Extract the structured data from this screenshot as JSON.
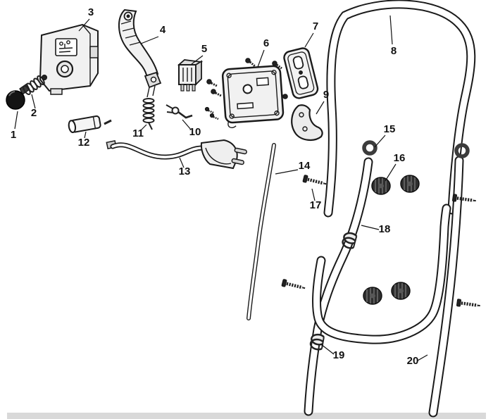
{
  "diagram": {
    "kind": "exploded-parts-diagram",
    "colors": {
      "background": "#ffffff",
      "line": "#1a1a1a",
      "footer_bar": "#d9d9d9"
    }
  },
  "labels": [
    "1",
    "2",
    "3",
    "4",
    "5",
    "6",
    "7",
    "8",
    "9",
    "10",
    "11",
    "12",
    "13",
    "14",
    "15",
    "16",
    "17",
    "18",
    "19",
    "20"
  ]
}
